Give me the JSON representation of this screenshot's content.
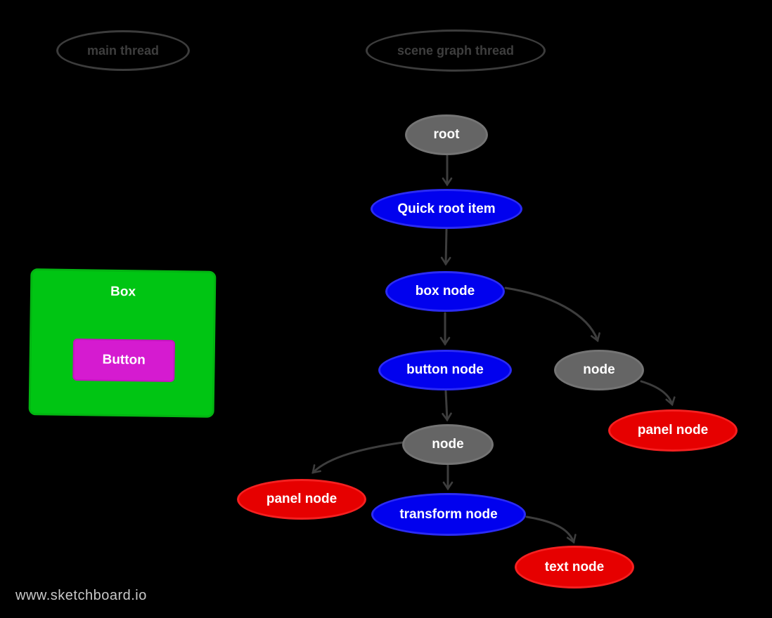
{
  "watermark": "www.sketchboard.io",
  "threads": {
    "main": "main thread",
    "scene_graph": "scene graph thread"
  },
  "ui_mock": {
    "box_label": "Box",
    "button_label": "Button"
  },
  "diagram": {
    "nodes": {
      "root": {
        "label": "root",
        "kind": "gray"
      },
      "quick_root_item": {
        "label": "Quick root item",
        "kind": "blue"
      },
      "box_node": {
        "label": "box node",
        "kind": "blue"
      },
      "button_node": {
        "label": "button node",
        "kind": "blue"
      },
      "node_right": {
        "label": "node",
        "kind": "gray"
      },
      "panel_node_right": {
        "label": "panel node",
        "kind": "red"
      },
      "node_mid": {
        "label": "node",
        "kind": "gray"
      },
      "panel_node_left": {
        "label": "panel node",
        "kind": "red"
      },
      "transform_node": {
        "label": "transform node",
        "kind": "blue"
      },
      "text_node": {
        "label": "text node",
        "kind": "red"
      }
    },
    "edges": [
      {
        "from": "root",
        "to": "quick_root_item"
      },
      {
        "from": "quick_root_item",
        "to": "box_node"
      },
      {
        "from": "box_node",
        "to": "button_node"
      },
      {
        "from": "box_node",
        "to": "node_right"
      },
      {
        "from": "node_right",
        "to": "panel_node_right"
      },
      {
        "from": "button_node",
        "to": "node_mid"
      },
      {
        "from": "node_mid",
        "to": "panel_node_left"
      },
      {
        "from": "node_mid",
        "to": "transform_node"
      },
      {
        "from": "transform_node",
        "to": "text_node"
      }
    ]
  },
  "colors": {
    "background": "#000000",
    "node_blue_fill": "#0101ee",
    "node_blue_border": "#2b2bf4",
    "node_red_fill": "#e60000",
    "node_red_border": "#f52020",
    "node_gray_fill": "#656565",
    "node_gray_border": "#747474",
    "edge_stroke": "#3d3d3d",
    "thread_outline": "#3c3c3c",
    "thread_text": "#3e3e3e",
    "box_green": "#00c513",
    "button_magenta": "#d51bd0",
    "node_text": "#ffffff",
    "watermark_text": "#c9c9c9"
  }
}
